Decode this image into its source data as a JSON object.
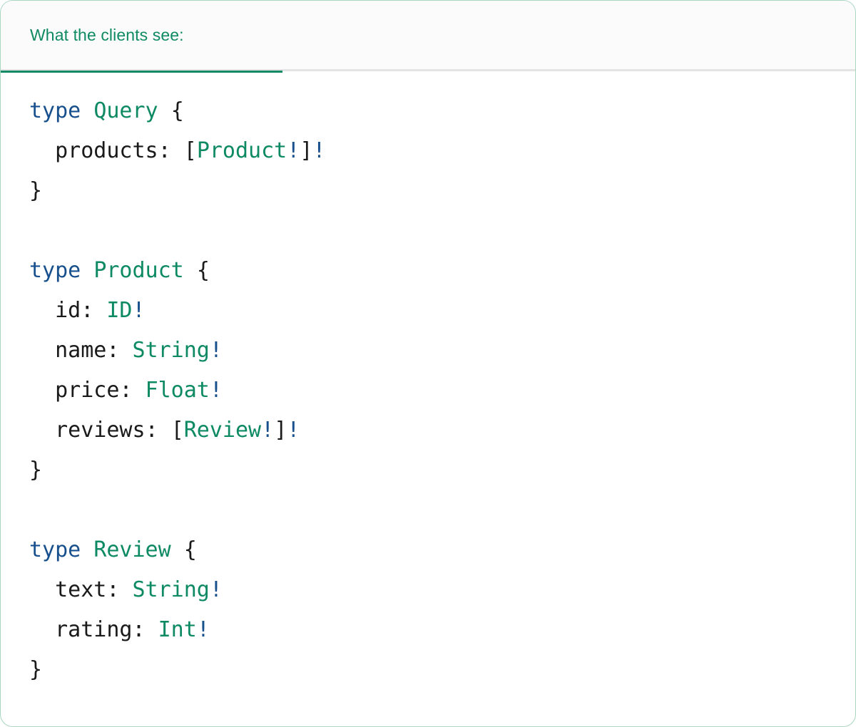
{
  "card": {
    "accent_green": "#0f8a63",
    "accent_blue": "#17508c",
    "border_color": "#a8d6c1",
    "header_bg": "#fbfbfb",
    "body_bg": "#ffffff"
  },
  "header": {
    "tab_label": "What the clients see:",
    "tab_active": true
  },
  "code": {
    "language": "graphql",
    "lines": [
      {
        "tokens": [
          {
            "t": "type",
            "c": "kw"
          },
          {
            "t": " ",
            "c": "plain"
          },
          {
            "t": "Query",
            "c": "type"
          },
          {
            "t": " ",
            "c": "plain"
          },
          {
            "t": "{",
            "c": "punct"
          }
        ]
      },
      {
        "tokens": [
          {
            "t": "  ",
            "c": "plain"
          },
          {
            "t": "products",
            "c": "field"
          },
          {
            "t": ": ",
            "c": "punct"
          },
          {
            "t": "[",
            "c": "punct"
          },
          {
            "t": "Product",
            "c": "type"
          },
          {
            "t": "!",
            "c": "bang"
          },
          {
            "t": "]",
            "c": "punct"
          },
          {
            "t": "!",
            "c": "bang"
          }
        ]
      },
      {
        "tokens": [
          {
            "t": "}",
            "c": "punct"
          }
        ]
      },
      {
        "tokens": []
      },
      {
        "tokens": [
          {
            "t": "type",
            "c": "kw"
          },
          {
            "t": " ",
            "c": "plain"
          },
          {
            "t": "Product",
            "c": "type"
          },
          {
            "t": " ",
            "c": "plain"
          },
          {
            "t": "{",
            "c": "punct"
          }
        ]
      },
      {
        "tokens": [
          {
            "t": "  ",
            "c": "plain"
          },
          {
            "t": "id",
            "c": "field"
          },
          {
            "t": ": ",
            "c": "punct"
          },
          {
            "t": "ID",
            "c": "type"
          },
          {
            "t": "!",
            "c": "bang"
          }
        ]
      },
      {
        "tokens": [
          {
            "t": "  ",
            "c": "plain"
          },
          {
            "t": "name",
            "c": "field"
          },
          {
            "t": ": ",
            "c": "punct"
          },
          {
            "t": "String",
            "c": "type"
          },
          {
            "t": "!",
            "c": "bang"
          }
        ]
      },
      {
        "tokens": [
          {
            "t": "  ",
            "c": "plain"
          },
          {
            "t": "price",
            "c": "field"
          },
          {
            "t": ": ",
            "c": "punct"
          },
          {
            "t": "Float",
            "c": "type"
          },
          {
            "t": "!",
            "c": "bang"
          }
        ]
      },
      {
        "tokens": [
          {
            "t": "  ",
            "c": "plain"
          },
          {
            "t": "reviews",
            "c": "field"
          },
          {
            "t": ": ",
            "c": "punct"
          },
          {
            "t": "[",
            "c": "punct"
          },
          {
            "t": "Review",
            "c": "type"
          },
          {
            "t": "!",
            "c": "bang"
          },
          {
            "t": "]",
            "c": "punct"
          },
          {
            "t": "!",
            "c": "bang"
          }
        ]
      },
      {
        "tokens": [
          {
            "t": "}",
            "c": "punct"
          }
        ]
      },
      {
        "tokens": []
      },
      {
        "tokens": [
          {
            "t": "type",
            "c": "kw"
          },
          {
            "t": " ",
            "c": "plain"
          },
          {
            "t": "Review",
            "c": "type"
          },
          {
            "t": " ",
            "c": "plain"
          },
          {
            "t": "{",
            "c": "punct"
          }
        ]
      },
      {
        "tokens": [
          {
            "t": "  ",
            "c": "plain"
          },
          {
            "t": "text",
            "c": "field"
          },
          {
            "t": ": ",
            "c": "punct"
          },
          {
            "t": "String",
            "c": "type"
          },
          {
            "t": "!",
            "c": "bang"
          }
        ]
      },
      {
        "tokens": [
          {
            "t": "  ",
            "c": "plain"
          },
          {
            "t": "rating",
            "c": "field"
          },
          {
            "t": ": ",
            "c": "punct"
          },
          {
            "t": "Int",
            "c": "type"
          },
          {
            "t": "!",
            "c": "bang"
          }
        ]
      },
      {
        "tokens": [
          {
            "t": "}",
            "c": "punct"
          }
        ]
      }
    ]
  }
}
